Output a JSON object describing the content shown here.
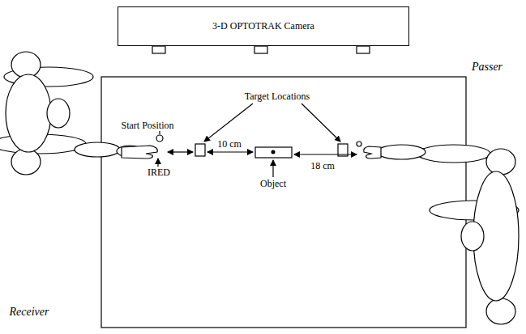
{
  "diagram": {
    "nodes": [
      {
        "text": [
          "3-D OPTOTRAK Camera"
        ]
      }
    ],
    "labels": [
      "Passer",
      "Start Position",
      "Target Locations",
      "10 cm",
      "18 cm",
      "IRED",
      "Object",
      "Receiver"
    ]
  }
}
